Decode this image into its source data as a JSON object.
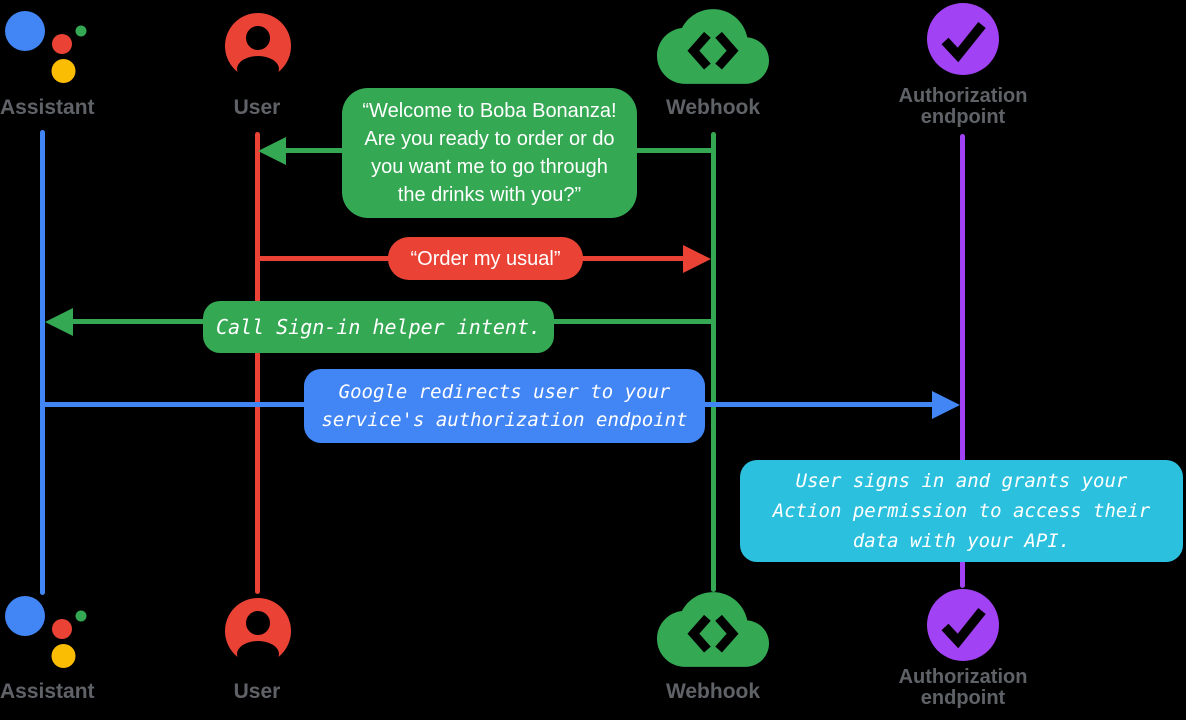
{
  "diagram": {
    "type": "sequence-diagram",
    "background": "#000000",
    "label_color": "#5f6368"
  },
  "actors": [
    {
      "name": "Assistant",
      "icon": "google-assistant-icon",
      "color": "#4285f4"
    },
    {
      "name": "User",
      "icon": "user-icon",
      "color": "#ea4335"
    },
    {
      "name": "Webhook",
      "icon": "cloud-code-icon",
      "color": "#34a853"
    },
    {
      "name": "Authorization endpoint",
      "icon": "check-circle-icon",
      "color": "#a142f4"
    }
  ],
  "icon_palette": {
    "assistant_blue": "#4285f4",
    "assistant_red": "#ea4335",
    "assistant_green": "#34a853",
    "assistant_yellow": "#fbbc04"
  },
  "messages": [
    {
      "kind": "speech",
      "from": "Webhook",
      "to": "User",
      "direction": "left",
      "color": "#34a853",
      "lines": [
        "“Welcome to Boba Bonanza!",
        "Are you ready to order or do",
        "you want me to go through",
        "the drinks with you?”"
      ]
    },
    {
      "kind": "speech",
      "from": "User",
      "to": "Webhook",
      "direction": "right",
      "color": "#ea4335",
      "lines": [
        "“Order my usual”"
      ]
    },
    {
      "kind": "code",
      "from": "Webhook",
      "to": "Assistant",
      "direction": "left",
      "color": "#34a853",
      "lines": [
        "Call Sign-in helper intent."
      ]
    },
    {
      "kind": "code",
      "from": "Assistant",
      "to": "Authorization endpoint",
      "direction": "right",
      "color": "#4285f4",
      "lines": [
        "Google redirects user to your",
        "service's authorization endpoint"
      ]
    },
    {
      "kind": "code-note",
      "at": "Authorization endpoint",
      "color": "#2bc1de",
      "lines": [
        "User signs in and grants your",
        "Action permission to access their",
        "data with your API."
      ]
    }
  ]
}
